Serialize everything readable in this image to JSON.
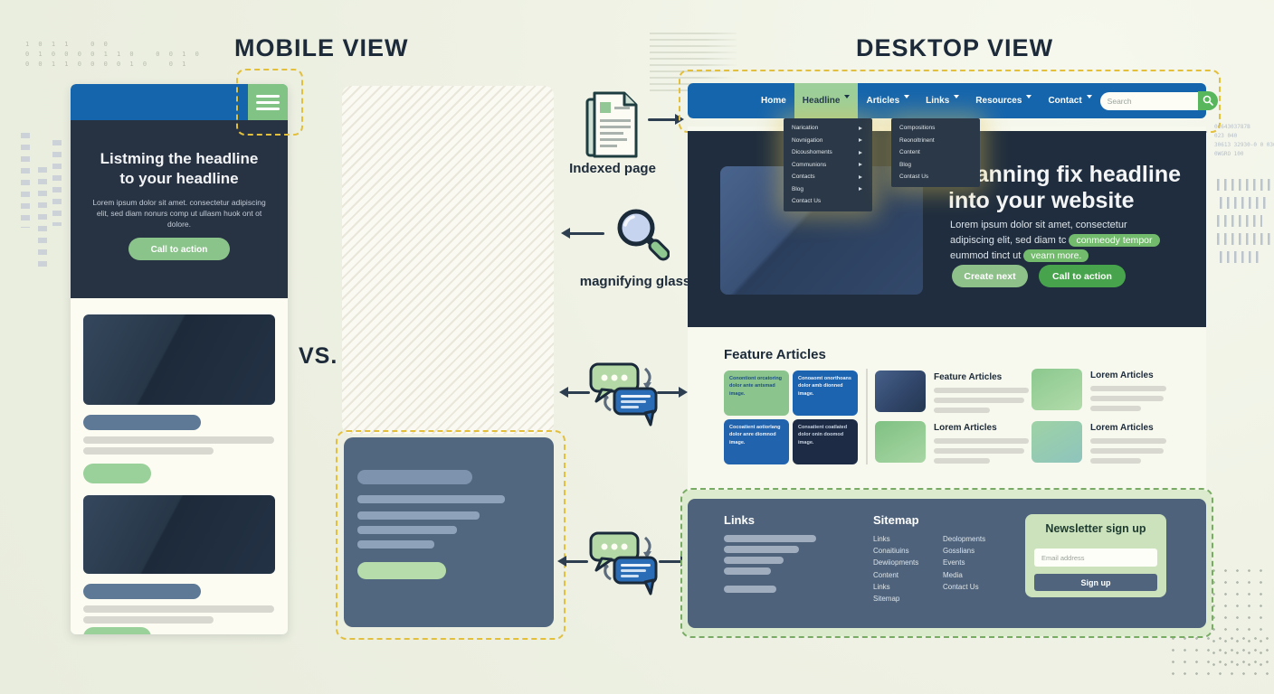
{
  "titles": {
    "mobile": "MOBILE VIEW",
    "desktop": "DESKTOP VIEW",
    "vs": "VS."
  },
  "annotations": {
    "indexed_page": "Indexed page",
    "magnifying_glass": "magnifying glass"
  },
  "colors": {
    "nav_blue": "#1565ad",
    "hero_navy": "#1f2d3e",
    "green": "#48a44c",
    "light_green": "#8ec08a",
    "highlight_green": "#72ba6c",
    "dashed_yellow": "#e2bf3d",
    "dashed_green": "#78ac64",
    "footer_slate": "#4e637b",
    "newsletter_bg": "#cbe2bd"
  },
  "mobile": {
    "hero": {
      "headline_line1": "Listming the headline",
      "headline_line2": "to your headline",
      "body": "Lorem ipsum dolor sit amet. consectetur adipiscing elit, sed diam nonurs comp ut ullasm huok ont ot dolore.",
      "cta": "Call to action"
    }
  },
  "desktop": {
    "nav": {
      "items": [
        {
          "label": "Home"
        },
        {
          "label": "Headline"
        },
        {
          "label": "Articles"
        },
        {
          "label": "Links"
        },
        {
          "label": "Resources"
        },
        {
          "label": "Contact"
        }
      ],
      "search_placeholder": "Search"
    },
    "menus": {
      "headline_menu": [
        "Narication",
        "Novnigation",
        "Dicoushoments",
        "Communions",
        "Contacts",
        "Blog",
        "Contact Us"
      ],
      "links_menu": [
        "Compositions",
        "Reonoltrinent",
        "Content",
        "Blog",
        "Contast Us"
      ]
    },
    "hero": {
      "headline_line1": "Scanning fix headline",
      "headline_line2": "into your website",
      "body_line1": "Lorem ipsum dolor sit amet, consectetur",
      "body_line2_pre": "adipiscing elit, sed diam tc",
      "body_line2_pill": "conmeody tempor",
      "body_line3_pre": "eummod tinct ut",
      "body_line3_pill": "vearn more.",
      "btn_primary": "Create next",
      "btn_secondary": "Call to action"
    },
    "articles": {
      "heading": "Feature Articles",
      "cards": [
        {
          "text": "Conontiont orcatoring dolor ante antsmad image."
        },
        {
          "text": "Conoaomt onorthoans dolor amb dionned image."
        },
        {
          "text": "Cocoatient aotiorlang dolor anre diomnod image."
        },
        {
          "text": "Consatient coatlated dolor onin doomod image."
        }
      ],
      "list_middle": [
        {
          "title": "Feature Articles"
        },
        {
          "title": "Lorem Articles"
        }
      ],
      "list_right": [
        {
          "title": "Lorem Articles"
        },
        {
          "title": "Lorem Articles"
        }
      ]
    },
    "footer": {
      "links_heading": "Links",
      "sitemap_heading": "Sitemap",
      "sitemap_col1": [
        "Links",
        "Conaitiuins",
        "Dewiiopments",
        "Content",
        "Links",
        "Sitemap"
      ],
      "sitemap_col2": [
        "Deolopments",
        "Gosslians",
        "Events",
        "Media",
        "Contact Us"
      ],
      "newsletter": {
        "title": "Newsletter sign up",
        "email_placeholder": "Email address",
        "button": "Sign up"
      }
    }
  },
  "decor": {
    "binary_line1": "1 0 1 1   0 0",
    "binary_line2": "0 1 0 0 0 0 1 1 0   0 0 1 0",
    "binary_line3": "0 0 1 1 0 0 0 0 1 0   0 1",
    "code_line1": "0C64303787B",
    "code_line2": "023 040",
    "code_line3": "30613 32930-0 0 0366",
    "code_line4": "0WGRO 100"
  }
}
